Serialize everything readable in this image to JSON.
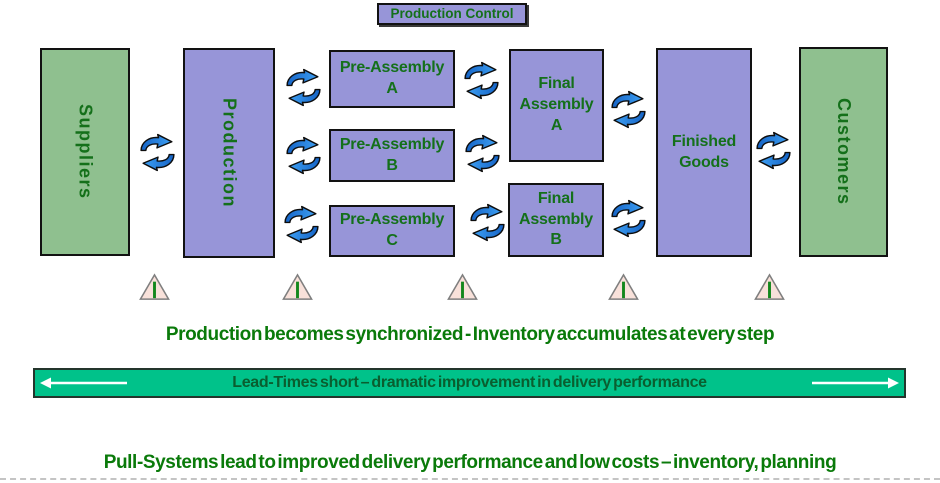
{
  "production_control": {
    "label": "Production Control"
  },
  "flow": {
    "suppliers": {
      "label": "Suppliers"
    },
    "production": {
      "label": "Production"
    },
    "pre_assembly": [
      {
        "label": "Pre-Assembly A"
      },
      {
        "label": "Pre-Assembly B"
      },
      {
        "label": "Pre-Assembly C"
      }
    ],
    "final_assembly": [
      {
        "label": "Final Assembly A"
      },
      {
        "label": "Final Assembly B"
      }
    ],
    "finished_goods": {
      "label": "Finished Goods"
    },
    "customers": {
      "label": "Customers"
    }
  },
  "captions": {
    "synchronized": "Production becomes synchronized - Inventory accumulates at every step",
    "lead_times": "Lead-Times short – dramatic improvement in delivery performance",
    "pull_systems": "Pull-Systems lead to improved delivery performance and low costs – inventory, planning"
  },
  "icons": {
    "cycle": "cycle-arrows-icon",
    "inventory": "inventory-triangle-icon",
    "banner_left": "banner-left-arrow-icon",
    "banner_right": "banner-right-arrow-icon"
  },
  "colors": {
    "box_purple": "#9795d8",
    "box_green": "#8fc08f",
    "box_border": "#121212",
    "label_green": "#14701a",
    "caption_green": "#0a7a0a",
    "banner_teal": "#00c28a",
    "banner_text": "#0a5e2f",
    "arrow_blue_dark": "#1563c6",
    "arrow_blue_light": "#3d9ff2",
    "triangle_fill": "#f8e1da",
    "triangle_line": "#13871c"
  }
}
